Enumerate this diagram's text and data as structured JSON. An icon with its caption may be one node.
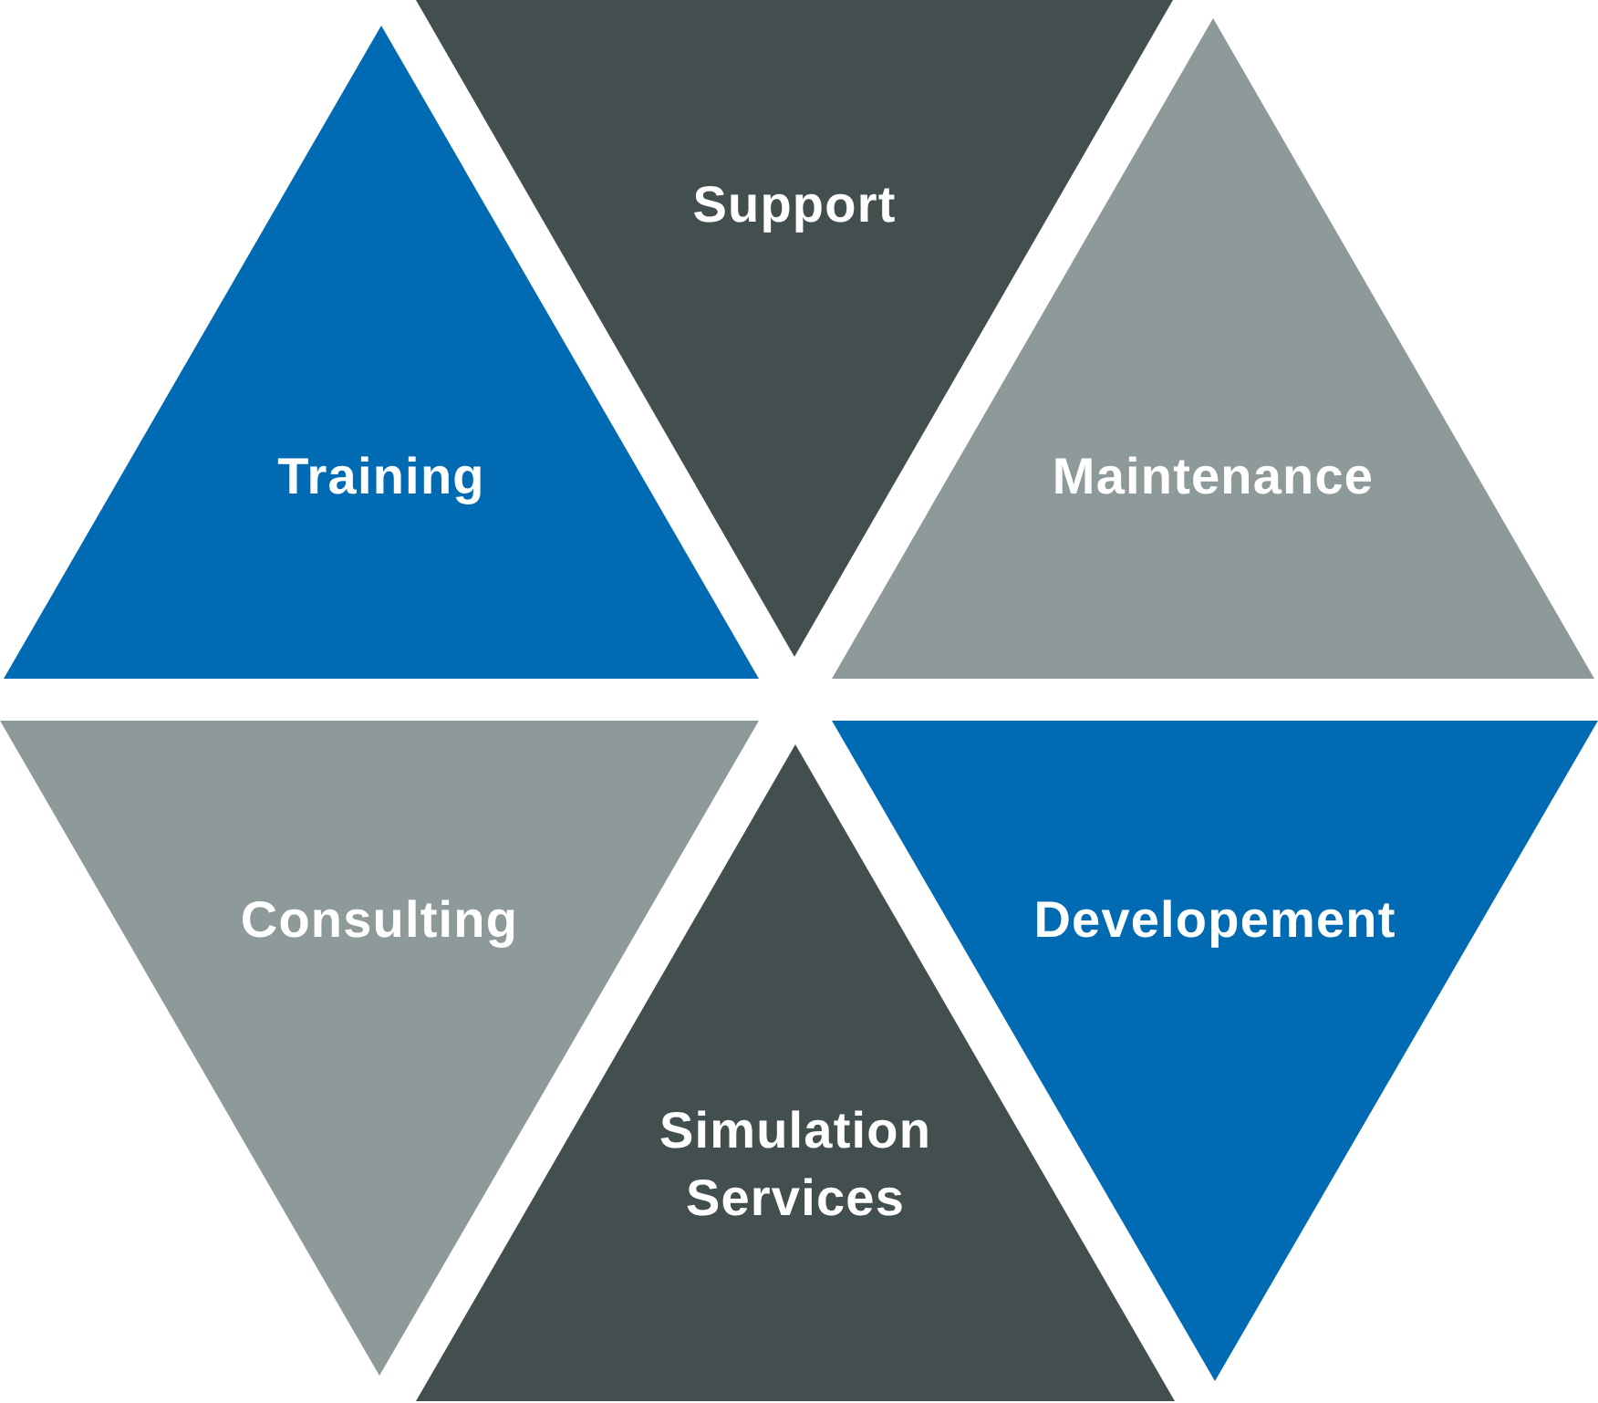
{
  "diagram": {
    "nodes": [
      {
        "text": [
          "Training"
        ]
      },
      {
        "text": [
          "Support"
        ]
      },
      {
        "text": [
          "Maintenance"
        ]
      },
      {
        "text": [
          "Consulting"
        ]
      },
      {
        "text": [
          "Simulation Services"
        ]
      },
      {
        "text": [
          "Developement"
        ]
      }
    ],
    "edges": []
  }
}
